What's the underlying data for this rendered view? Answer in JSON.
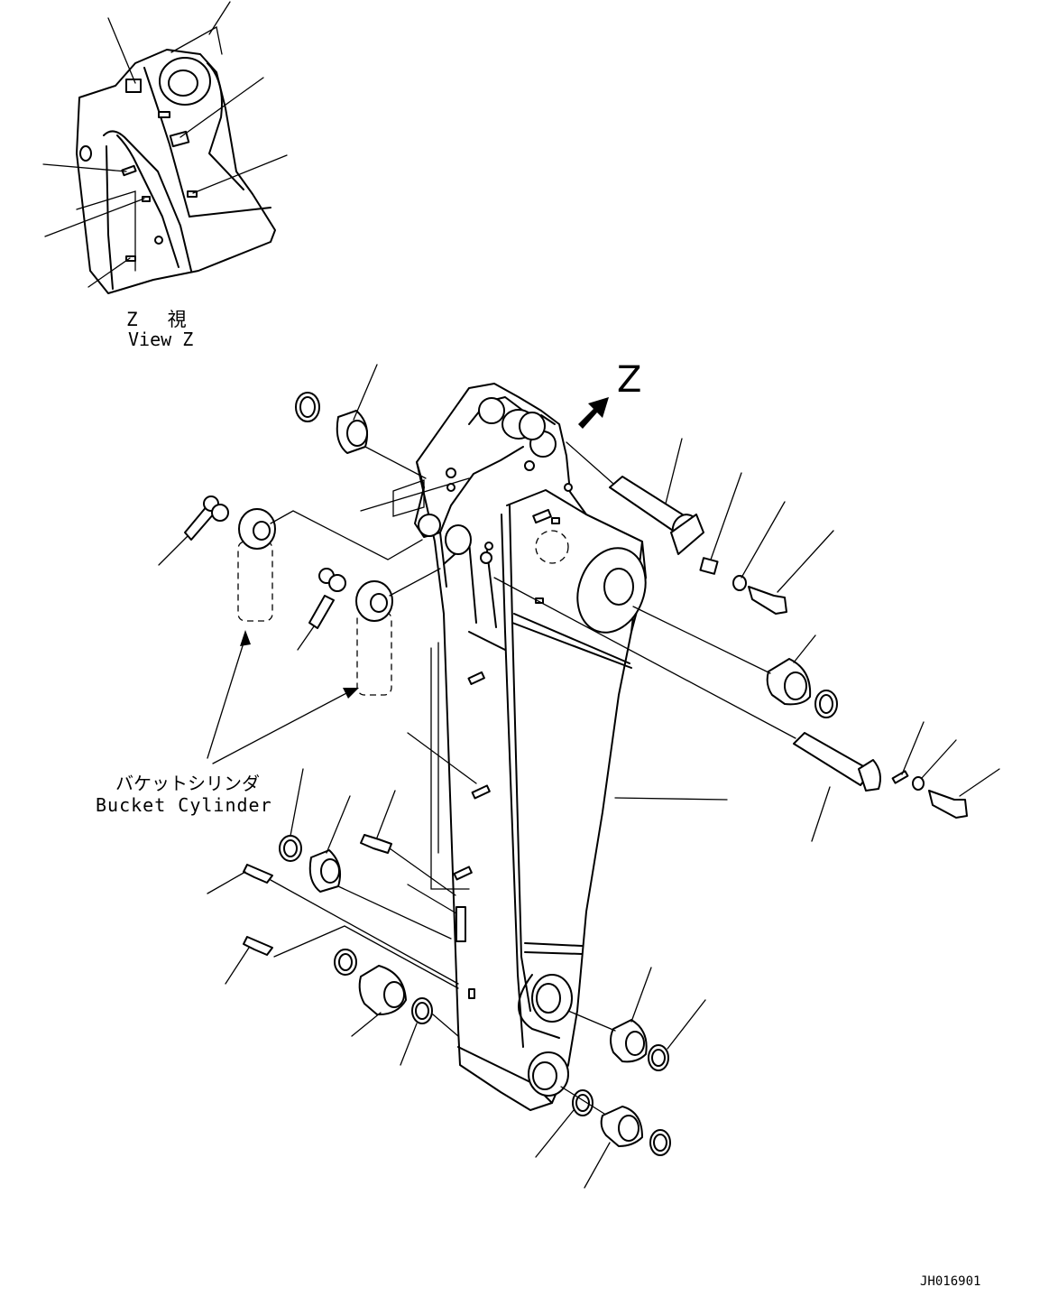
{
  "view_z": {
    "jp": "Z　視",
    "en": "View Z"
  },
  "arrow_label": "Z",
  "bucket_cylinder": {
    "jp": "バケットシリンダ",
    "en": "Bucket Cylinder"
  },
  "drawing_code": "JH016901"
}
